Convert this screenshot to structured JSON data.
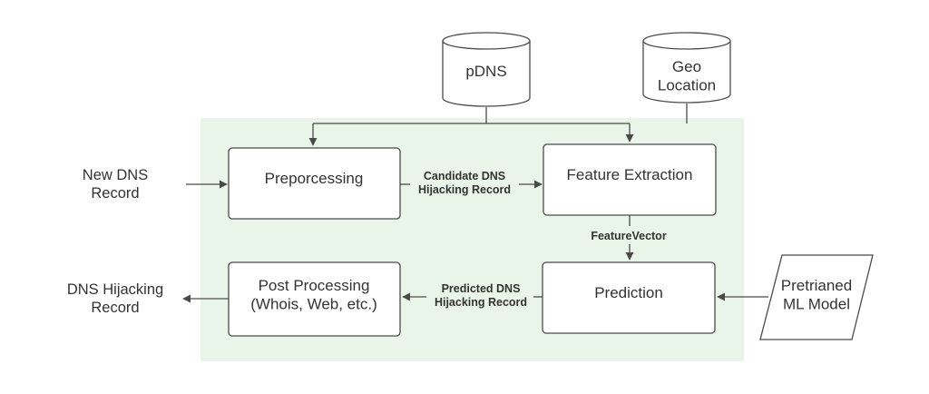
{
  "colors": {
    "region_fill": "#e9f5e9",
    "stroke": "#4a4a4a",
    "text": "#333333"
  },
  "inputs": {
    "new_dns_record": [
      "New DNS",
      "Record"
    ]
  },
  "outputs": {
    "dns_hijacking_record": [
      "DNS Hijacking",
      "Record"
    ]
  },
  "databases": {
    "pdns": [
      "pDNS"
    ],
    "geo_location": [
      "Geo",
      "Location"
    ]
  },
  "external": {
    "pretrained_model": [
      "Pretrianed",
      "ML Model"
    ]
  },
  "nodes": {
    "preprocessing": [
      "Preporcessing"
    ],
    "feature_extraction": [
      "Feature Extraction"
    ],
    "prediction": [
      "Prediction"
    ],
    "post_processing": [
      "Post Processing",
      "(Whois, Web, etc.)"
    ]
  },
  "edges": {
    "candidate": [
      "Candidate DNS",
      "Hijacking Record"
    ],
    "feature_vector": [
      "FeatureVector"
    ],
    "predicted": [
      "Predicted DNS",
      "Hijacking Record"
    ]
  }
}
